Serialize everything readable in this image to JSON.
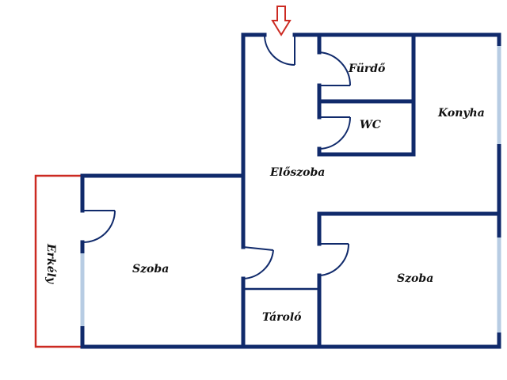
{
  "rooms": {
    "furdo": "Fürdő",
    "wc": "WC",
    "konyha": "Konyha",
    "eloszoba": "Előszoba",
    "erkely": "Erkély",
    "szoba_left": "Szoba",
    "szoba_right": "Szoba",
    "tarolo": "Tároló"
  },
  "icons": {
    "entrance": "entrance-arrow-icon"
  },
  "colors": {
    "walls": "#102a6b",
    "balcony": "#cc2a22",
    "entrance_arrow": "#cc2a22",
    "windows": "#b7cce3"
  }
}
